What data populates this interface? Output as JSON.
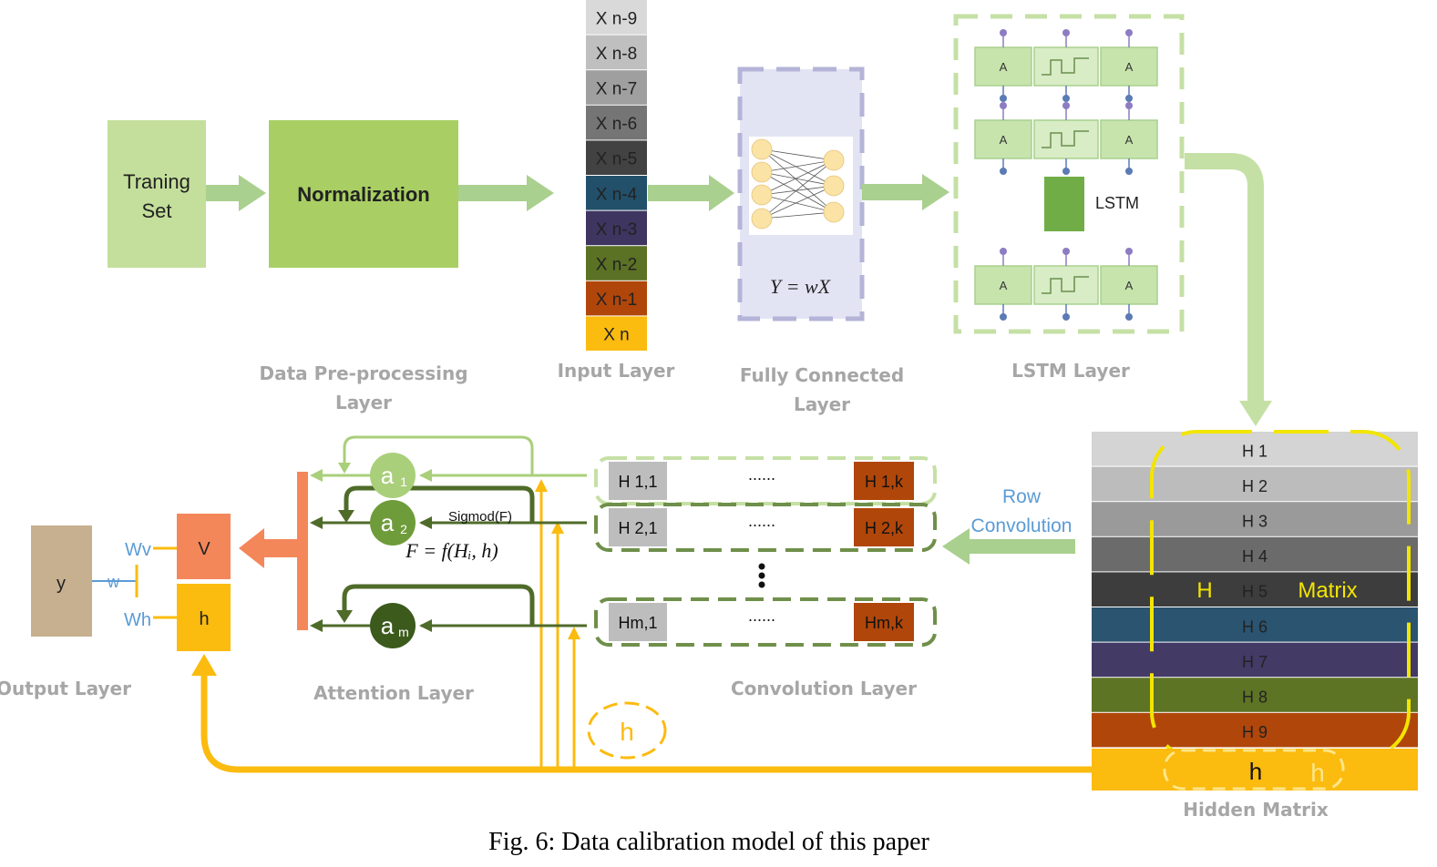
{
  "caption": "Fig. 6: Data calibration model of this paper",
  "labels": {
    "training_set_line1": "Traning",
    "training_set_line2": "Set",
    "normalization": "Normalization",
    "data_preprocessing_line1": "Data Pre-processing",
    "data_preprocessing_line2": "Layer",
    "input_layer": "Input Layer",
    "fully_connected_line1": "Fully Connected",
    "fully_connected_line2": "Layer",
    "lstm_layer": "LSTM Layer",
    "lstm_legend": "LSTM",
    "lstm_cell": "A",
    "fc_formula": "Y = wX",
    "hidden_matrix": "Hidden Matrix",
    "h_matrix_left": "H",
    "h_matrix_right": "Matrix",
    "row_conv_line1": "Row",
    "row_conv_line2": "Convolution",
    "convolution_layer": "Convolution Layer",
    "attention_layer": "Attention Layer",
    "output_layer": "Output Layer",
    "sigmoid": "Sigmod(F)",
    "attention_formula": "F = f(Hᵢ, h)",
    "dots_h": "......",
    "output_y": "y",
    "output_v": "V",
    "output_h": "h",
    "w_v": "Wv",
    "w": "w",
    "w_h": "Wh",
    "h_circle": "h",
    "h_bottom": "h",
    "h_bottom_ghost": "h"
  },
  "input_layer": [
    {
      "label": "X n-9",
      "color": "#d9d9d9",
      "text_color": "#222222"
    },
    {
      "label": "X n-8",
      "color": "#bfbfbf",
      "text_color": "#222222"
    },
    {
      "label": "X n-7",
      "color": "#9f9f9f",
      "text_color": "#222222"
    },
    {
      "label": "X n-6",
      "color": "#757575",
      "text_color": "#222222"
    },
    {
      "label": "X n-5",
      "color": "#424242",
      "text_color": "#222222"
    },
    {
      "label": "X n-4",
      "color": "#22506a",
      "text_color": "#222222"
    },
    {
      "label": "X n-3",
      "color": "#3e3560",
      "text_color": "#222222"
    },
    {
      "label": "X n-2",
      "color": "#5b7124",
      "text_color": "#222222"
    },
    {
      "label": "X n-1",
      "color": "#b0460a",
      "text_color": "#222222"
    },
    {
      "label": "X n",
      "color": "#fbbb0f",
      "text_color": "#222222"
    }
  ],
  "hidden_matrix": [
    {
      "label": "H 1",
      "color": "#d4d4d4"
    },
    {
      "label": "H 2",
      "color": "#bcbcbc"
    },
    {
      "label": "H 3",
      "color": "#9a9a9a"
    },
    {
      "label": "H 4",
      "color": "#6b6b6b"
    },
    {
      "label": "H 5",
      "color": "#3d3d3d"
    },
    {
      "label": "H 6",
      "color": "#2a5470"
    },
    {
      "label": "H 7",
      "color": "#433a66"
    },
    {
      "label": "H 8",
      "color": "#5e7425"
    },
    {
      "label": "H 9",
      "color": "#b0460a"
    }
  ],
  "convolution_rows": [
    {
      "left": "H 1,1",
      "right": "H 1,k"
    },
    {
      "left": "H 2,1",
      "right": "H 2,k"
    },
    {
      "left": "Hm,1",
      "right": "Hm,k"
    }
  ],
  "attention_nodes": [
    {
      "main": "a",
      "sub": "1",
      "color": "#a9cf7a"
    },
    {
      "main": "a",
      "sub": "2",
      "color": "#6f9c3a"
    },
    {
      "main": "a",
      "sub": "m",
      "color": "#3b5a1c"
    }
  ],
  "colors": {
    "light_green_box": "#c4df9b",
    "norm_box": "#a9cf64",
    "arrow_green": "#a9d08e",
    "attention_arrow_dark": "#4f6b2a",
    "orange_bar": "#f4875a",
    "yellow_line": "#fdbf2d",
    "output_brown": "#c6b08f",
    "output_v": "#f4875a",
    "output_h": "#fbbb0f",
    "lstm_dash": "#c5e0a5",
    "fc_dash": "#b4b4d8",
    "fc_bg": "#e3e4f3"
  }
}
